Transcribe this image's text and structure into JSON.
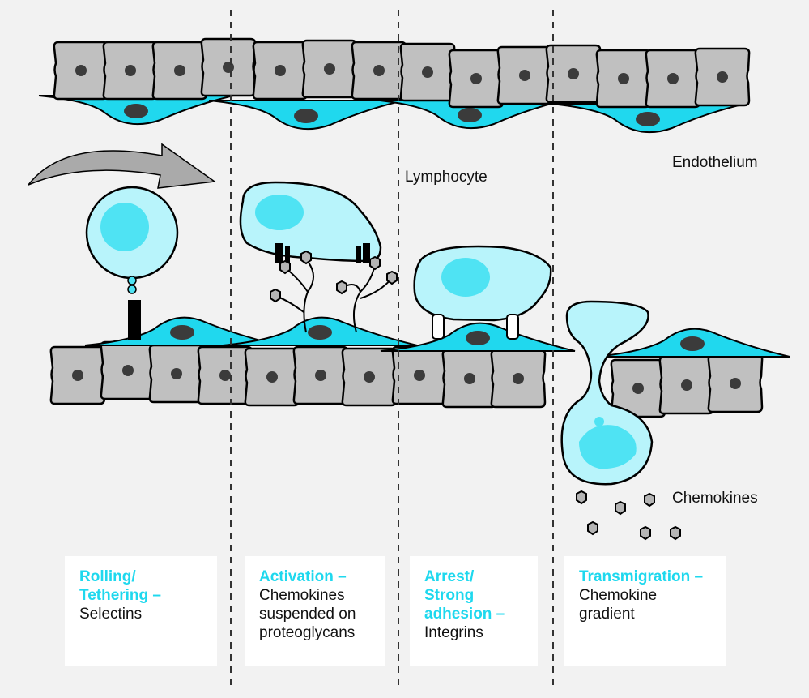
{
  "labels": {
    "lymphocyte": "Lymphocyte",
    "endothelium": "Endothelium",
    "chemokines": "Chemokines"
  },
  "stages": [
    {
      "title": "Rolling/\nTethering –",
      "desc": "Selectins"
    },
    {
      "title": "Activation –",
      "desc": "Chemokines\nsuspended on\nproteoglycans"
    },
    {
      "title": "Arrest/\nStrong\nadhesion –",
      "desc": "Integrins"
    },
    {
      "title": "Transmigration –",
      "desc": "Chemokine\ngradient"
    }
  ],
  "colors": {
    "background": "#f2f2f2",
    "cell_gray": "#c0c0c0",
    "endothelial_cyan": "#20d8ee",
    "lymphocyte_fill": "#b8f4fb",
    "nucleus_cyan": "#4fe3f3",
    "nucleus_dark": "#3b3b3b",
    "stage_title": "#1ed8ee"
  }
}
